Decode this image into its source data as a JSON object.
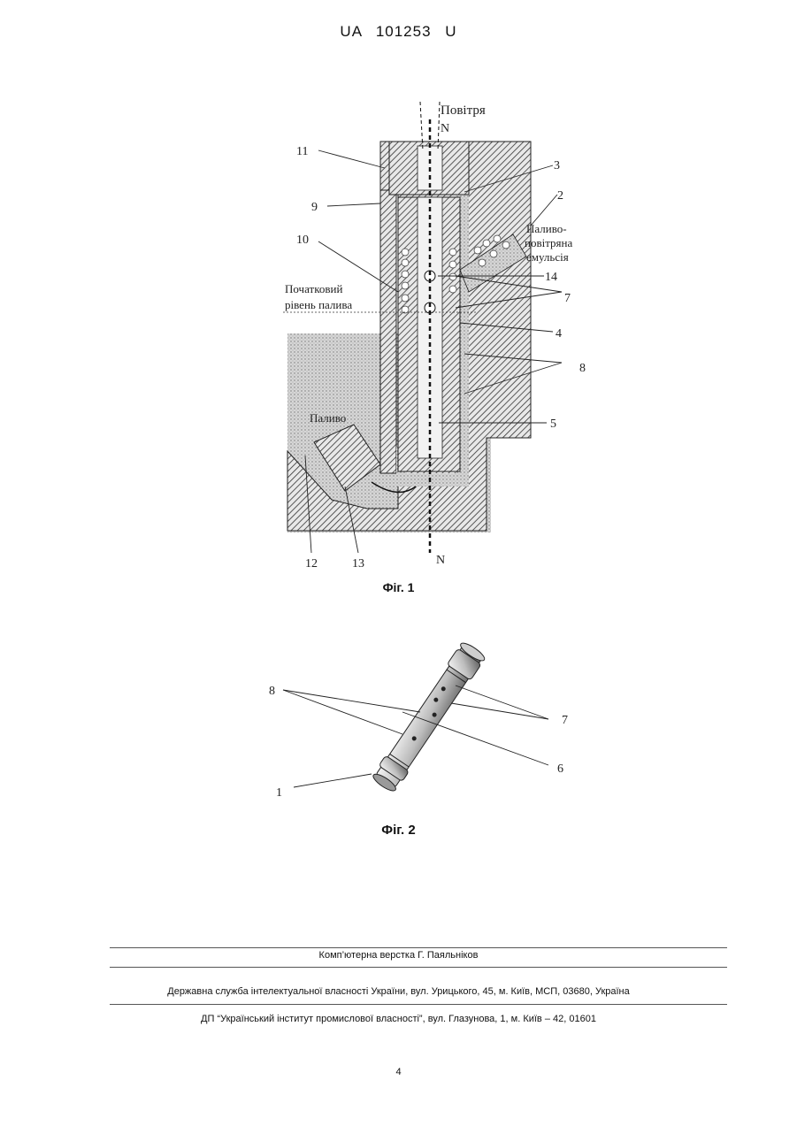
{
  "header": {
    "doc_number": "UA   101253   U"
  },
  "figure1": {
    "caption": "Фіг. 1",
    "labels": {
      "air": "Повітря",
      "axis_top": "N",
      "axis_bottom": "N",
      "emulsion_1": "Паливо-",
      "emulsion_2": "повітряна",
      "emulsion_3": "емульсія",
      "initial_level_1": "Початковий",
      "initial_level_2": "рівень палива",
      "fuel": "Паливо",
      "n11": "11",
      "n9": "9",
      "n10": "10",
      "n3": "3",
      "n2": "2",
      "n14": "14",
      "n7": "7",
      "n4": "4",
      "n8": "8",
      "n5": "5",
      "n12": "12",
      "n13": "13"
    }
  },
  "figure2": {
    "caption": "Фіг. 2",
    "labels": {
      "n8": "8",
      "n7": "7",
      "n6": "6",
      "n1": "1"
    }
  },
  "footer": {
    "compiler": "Комп’ютерна верстка Г. Паяльніков",
    "agency": "Державна служба інтелектуальної власності України, вул. Урицького, 45, м. Київ, МСП, 03680, Україна",
    "institute": "ДП “Український інститут промислової власності”, вул. Глазунова, 1, м. Київ – 42, 01601"
  },
  "page_number": "4"
}
